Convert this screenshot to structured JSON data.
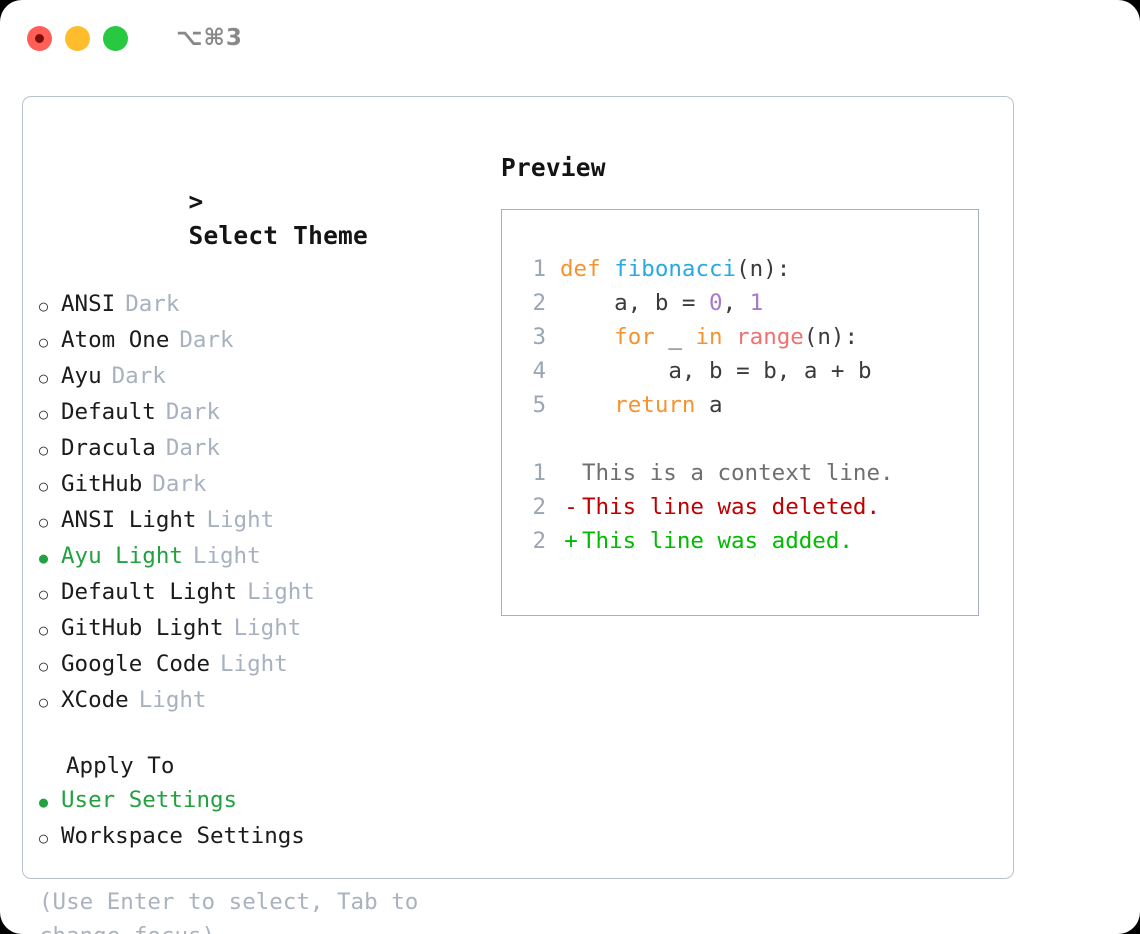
{
  "window": {
    "traffic_lights": [
      {
        "name": "close",
        "color": "#ff5f57"
      },
      {
        "name": "minimize",
        "color": "#ffbd2e"
      },
      {
        "name": "maximize",
        "color": "#28c840"
      }
    ],
    "shortcut": "⌥⌘3"
  },
  "theme_picker": {
    "caret": ">",
    "title": "Select Theme",
    "options": [
      {
        "label": "ANSI",
        "tag": "Dark",
        "selected": false
      },
      {
        "label": "Atom One",
        "tag": "Dark",
        "selected": false
      },
      {
        "label": "Ayu",
        "tag": "Dark",
        "selected": false
      },
      {
        "label": "Default",
        "tag": "Dark",
        "selected": false
      },
      {
        "label": "Dracula",
        "tag": "Dark",
        "selected": false
      },
      {
        "label": "GitHub",
        "tag": "Dark",
        "selected": false
      },
      {
        "label": "ANSI Light",
        "tag": "Light",
        "selected": false
      },
      {
        "label": "Ayu Light",
        "tag": "Light",
        "selected": true
      },
      {
        "label": "Default Light",
        "tag": "Light",
        "selected": false
      },
      {
        "label": "GitHub Light",
        "tag": "Light",
        "selected": false
      },
      {
        "label": "Google Code",
        "tag": "Light",
        "selected": false
      },
      {
        "label": "XCode",
        "tag": "Light",
        "selected": false
      }
    ]
  },
  "apply_to": {
    "heading": "Apply To",
    "options": [
      {
        "label": "User Settings",
        "selected": true
      },
      {
        "label": "Workspace Settings",
        "selected": false
      }
    ]
  },
  "hint": "(Use Enter to select, Tab to change focus)",
  "preview": {
    "title": "Preview",
    "code_lines": [
      {
        "lineno": "1",
        "tokens": [
          {
            "text": "def ",
            "type": "kw"
          },
          {
            "text": "fibonacci",
            "type": "fn"
          },
          {
            "text": "(n):",
            "type": "txt"
          }
        ]
      },
      {
        "lineno": "2",
        "tokens": [
          {
            "text": "    a, b = ",
            "type": "txt"
          },
          {
            "text": "0",
            "type": "num"
          },
          {
            "text": ", ",
            "type": "txt"
          },
          {
            "text": "1",
            "type": "num"
          }
        ]
      },
      {
        "lineno": "3",
        "tokens": [
          {
            "text": "    for",
            "type": "kw"
          },
          {
            "text": " _ ",
            "type": "txt"
          },
          {
            "text": "in ",
            "type": "kw"
          },
          {
            "text": "range",
            "type": "call"
          },
          {
            "text": "(n):",
            "type": "txt"
          }
        ]
      },
      {
        "lineno": "4",
        "tokens": [
          {
            "text": "        a, b = b, a + b",
            "type": "txt"
          }
        ]
      },
      {
        "lineno": "5",
        "tokens": [
          {
            "text": "    return",
            "type": "kw"
          },
          {
            "text": " a",
            "type": "txt"
          }
        ]
      }
    ],
    "diff_lines": [
      {
        "lineno": "1",
        "marker": " ",
        "text": "This is a context line.",
        "kind": "ctx"
      },
      {
        "lineno": "2",
        "marker": "-",
        "text": "This line was deleted.",
        "kind": "del"
      },
      {
        "lineno": "2",
        "marker": "+",
        "text": "This line was added.",
        "kind": "add"
      }
    ]
  },
  "colors": {
    "accent_selected": "#21a13f",
    "muted_tag": "#a8b1bf",
    "hint": "#aab2c0",
    "border": "#b9c2cf",
    "preview_border": "#a5afbe",
    "kw": "#f59331",
    "fn": "#28a9e2",
    "num": "#a37acc",
    "call": "#f07171",
    "diff_del": "#c00000",
    "diff_add": "#00bb00",
    "diff_ctx": "#6f6f6f"
  }
}
